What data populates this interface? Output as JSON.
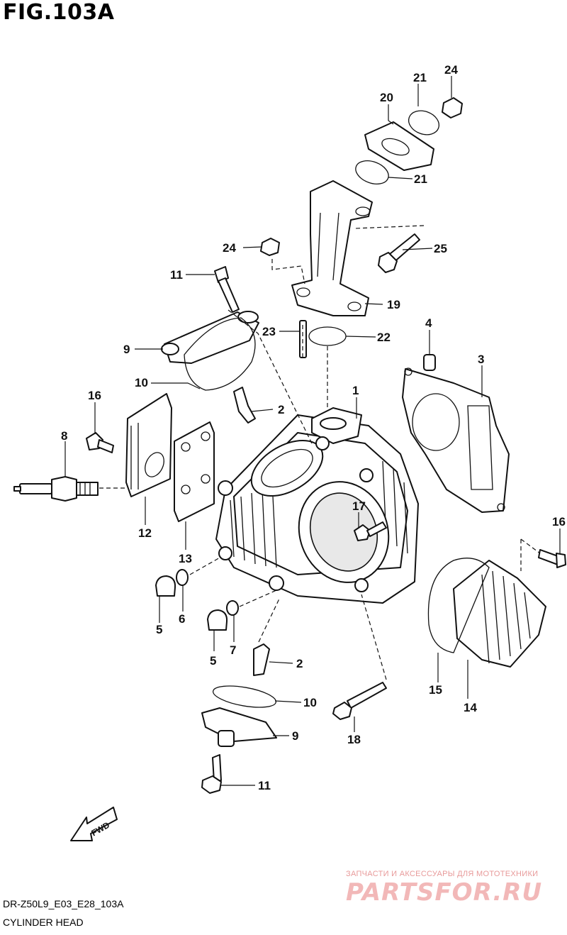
{
  "figure": {
    "title": "FIG.103A",
    "code": "DR-Z50L9_E03_E28_103A",
    "caption": "CYLINDER HEAD"
  },
  "watermark": {
    "tagline": "ЗАПЧАСТИ И АКСЕССУАРЫ ДЛЯ МОТОТЕХНИКИ",
    "logo": "PARTSFOR.RU"
  },
  "fwd_label": "FWD",
  "labels": {
    "l1": "1",
    "l2a": "2",
    "l2b": "2",
    "l3": "3",
    "l4": "4",
    "l5a": "5",
    "l5b": "5",
    "l6": "6",
    "l7": "7",
    "l8": "8",
    "l9a": "9",
    "l9b": "9",
    "l10a": "10",
    "l10b": "10",
    "l11a": "11",
    "l11b": "11",
    "l12": "12",
    "l13": "13",
    "l14": "14",
    "l15": "15",
    "l16a": "16",
    "l16b": "16",
    "l17": "17",
    "l18": "18",
    "l19": "19",
    "l20": "20",
    "l21a": "21",
    "l21b": "21",
    "l22": "22",
    "l23": "23",
    "l24a": "24",
    "l24b": "24",
    "l25": "25"
  }
}
